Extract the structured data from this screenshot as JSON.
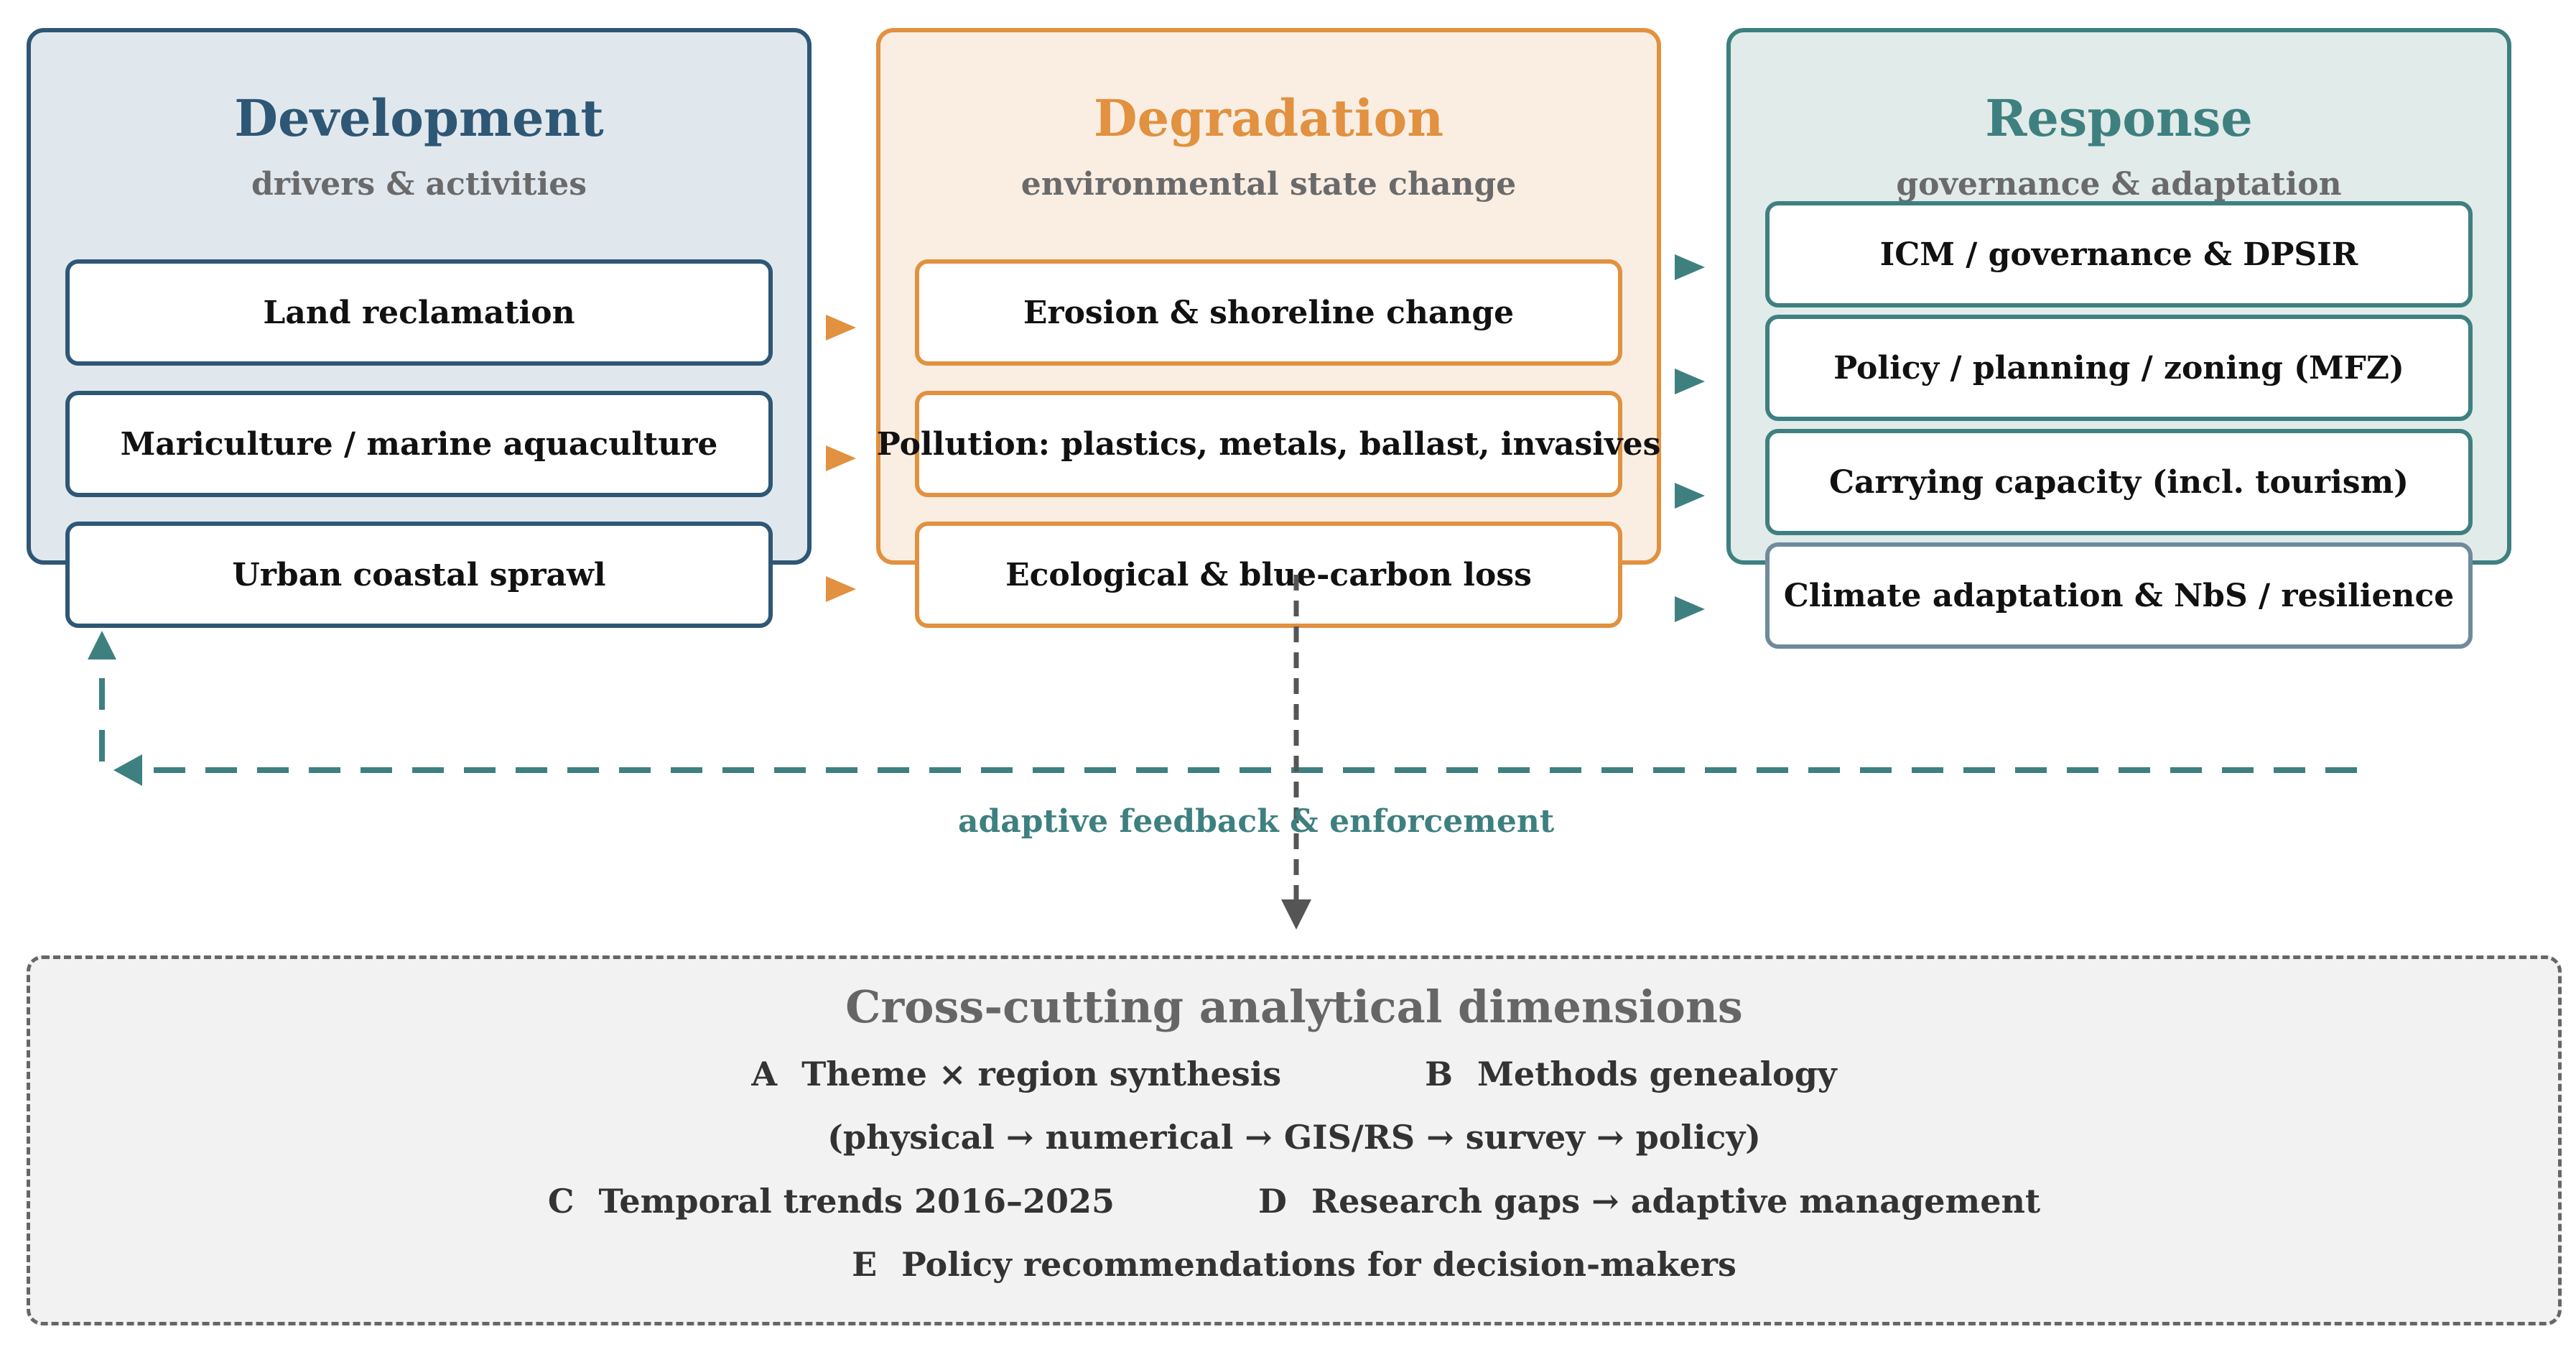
{
  "development": {
    "title": "Development",
    "subtitle": "drivers & activities",
    "items": [
      "Land reclamation",
      "Mariculture / marine aquaculture",
      "Urban coastal sprawl"
    ]
  },
  "degradation": {
    "title": "Degradation",
    "subtitle": "environmental state change",
    "items": [
      "Erosion & shoreline change",
      "Pollution: plastics, metals, ballast, invasives",
      "Ecological & blue-carbon loss"
    ]
  },
  "response": {
    "title": "Response",
    "subtitle": "governance & adaptation",
    "items": [
      "ICM / governance & DPSIR",
      "Policy / planning / zoning (MFZ)",
      "Carrying capacity (incl. tourism)",
      "Climate adaptation & NbS / resilience"
    ]
  },
  "feedback": {
    "label": "adaptive feedback & enforcement"
  },
  "cross_cutting": {
    "title": "Cross-cutting analytical dimensions",
    "a": {
      "letter": "A",
      "text": "Theme × region synthesis"
    },
    "b": {
      "letter": "B",
      "text": "Methods genealogy"
    },
    "b_detail": "(physical → numerical → GIS/RS → survey → policy)",
    "c": {
      "letter": "C",
      "text": "Temporal trends 2016–2025"
    },
    "d": {
      "letter": "D",
      "text": "Research gaps → adaptive management"
    },
    "e": {
      "letter": "E",
      "text": "Policy recommendations for decision-makers"
    }
  },
  "colors": {
    "development": "#2e5775",
    "degradation": "#e1913f",
    "response": "#3e8080",
    "neutral": "#666666"
  }
}
